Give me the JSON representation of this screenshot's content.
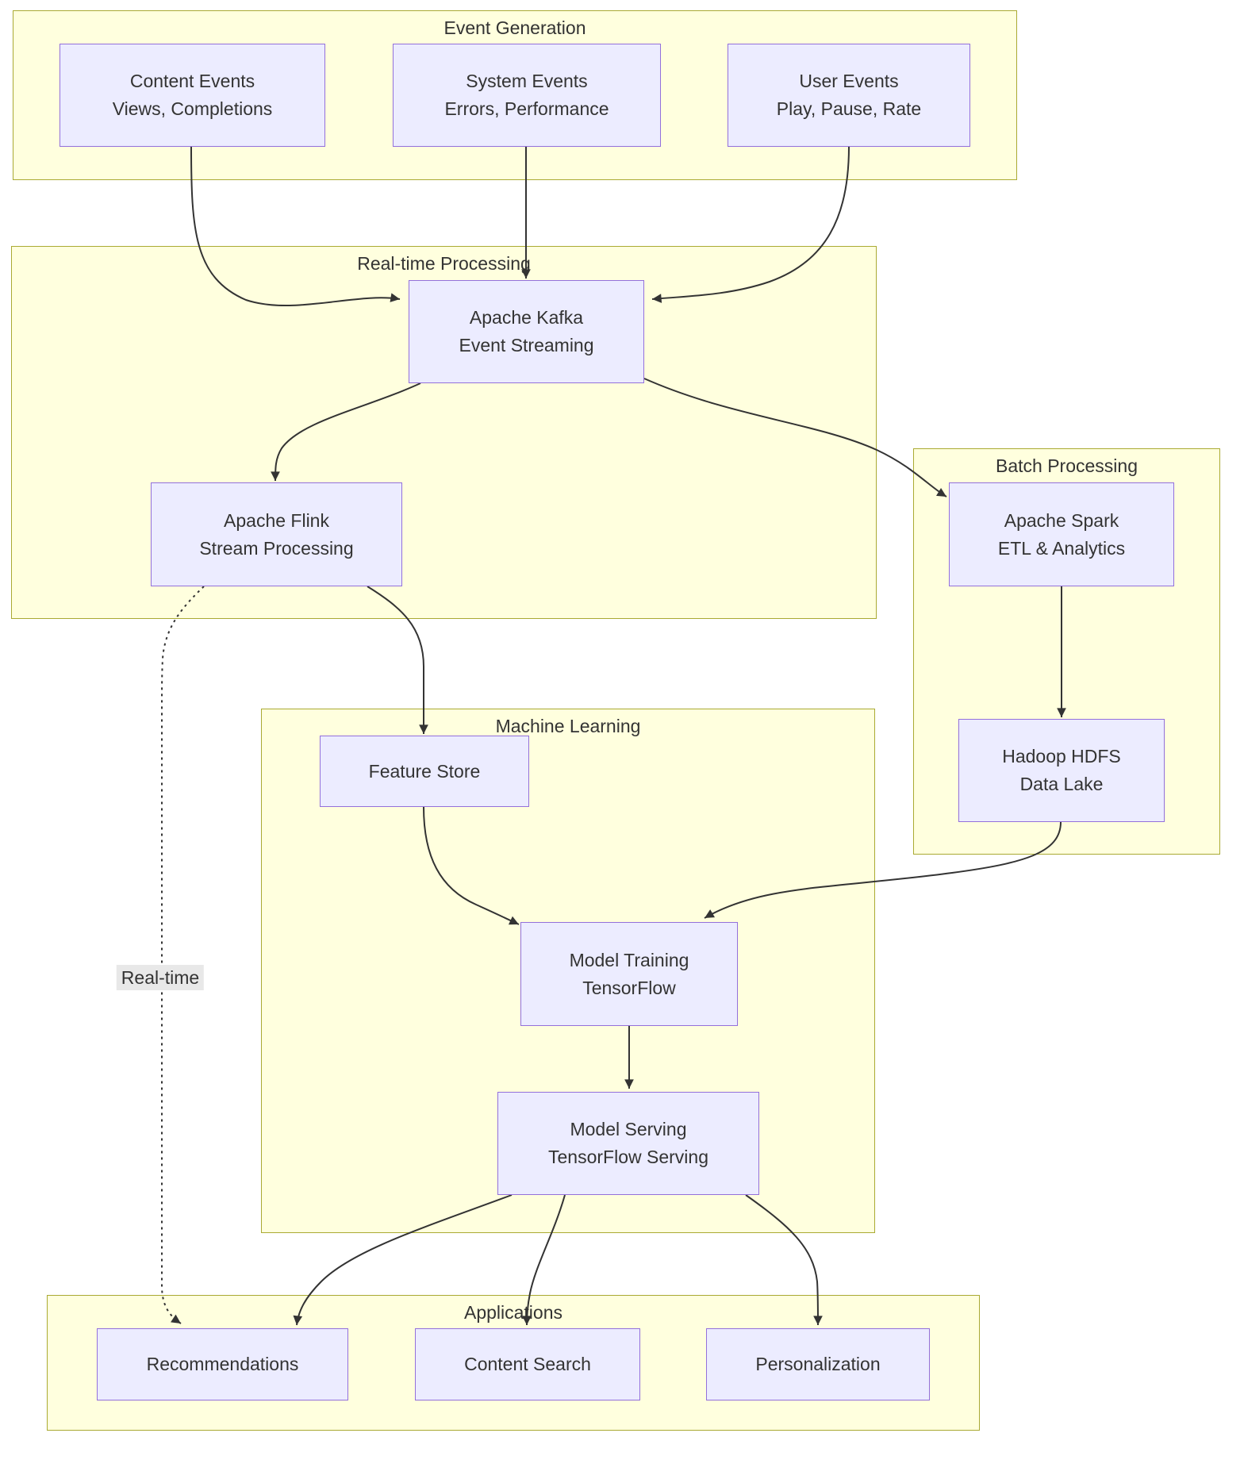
{
  "clusters": {
    "event_generation": {
      "label": "Event Generation"
    },
    "realtime_processing": {
      "label": "Real-time Processing"
    },
    "batch_processing": {
      "label": "Batch Processing"
    },
    "machine_learning": {
      "label": "Machine Learning"
    },
    "applications": {
      "label": "Applications"
    }
  },
  "nodes": {
    "content_events": {
      "line1": "Content Events",
      "line2": "Views, Completions"
    },
    "system_events": {
      "line1": "System Events",
      "line2": "Errors, Performance"
    },
    "user_events": {
      "line1": "User Events",
      "line2": "Play, Pause, Rate"
    },
    "kafka": {
      "line1": "Apache Kafka",
      "line2": "Event Streaming"
    },
    "flink": {
      "line1": "Apache Flink",
      "line2": "Stream Processing"
    },
    "spark": {
      "line1": "Apache Spark",
      "line2": "ETL & Analytics"
    },
    "hdfs": {
      "line1": "Hadoop HDFS",
      "line2": "Data Lake"
    },
    "feature_store": {
      "line1": "Feature Store"
    },
    "model_training": {
      "line1": "Model Training",
      "line2": "TensorFlow"
    },
    "model_serving": {
      "line1": "Model Serving",
      "line2": "TensorFlow Serving"
    },
    "recommendations": {
      "line1": "Recommendations"
    },
    "content_search": {
      "line1": "Content Search"
    },
    "personalization": {
      "line1": "Personalization"
    }
  },
  "edge_labels": {
    "flink_to_recommendations": "Real-time"
  },
  "edges": [
    {
      "from": "content_events",
      "to": "kafka",
      "style": "solid"
    },
    {
      "from": "system_events",
      "to": "kafka",
      "style": "solid"
    },
    {
      "from": "user_events",
      "to": "kafka",
      "style": "solid"
    },
    {
      "from": "kafka",
      "to": "flink",
      "style": "solid"
    },
    {
      "from": "kafka",
      "to": "spark",
      "style": "solid"
    },
    {
      "from": "spark",
      "to": "hdfs",
      "style": "solid"
    },
    {
      "from": "flink",
      "to": "feature_store",
      "style": "solid"
    },
    {
      "from": "feature_store",
      "to": "model_training",
      "style": "solid"
    },
    {
      "from": "hdfs",
      "to": "model_training",
      "style": "solid"
    },
    {
      "from": "model_training",
      "to": "model_serving",
      "style": "solid"
    },
    {
      "from": "model_serving",
      "to": "recommendations",
      "style": "solid"
    },
    {
      "from": "model_serving",
      "to": "content_search",
      "style": "solid"
    },
    {
      "from": "model_serving",
      "to": "personalization",
      "style": "solid"
    },
    {
      "from": "flink",
      "to": "recommendations",
      "style": "dotted",
      "label": "Real-time"
    }
  ],
  "colors": {
    "node_fill": "#ECECFF",
    "node_border": "#9370DB",
    "cluster_fill": "#ffffde",
    "cluster_border": "#aaaa33",
    "edge": "#333333",
    "text": "#333333",
    "edge_label_bg": "#e8e8e8"
  }
}
